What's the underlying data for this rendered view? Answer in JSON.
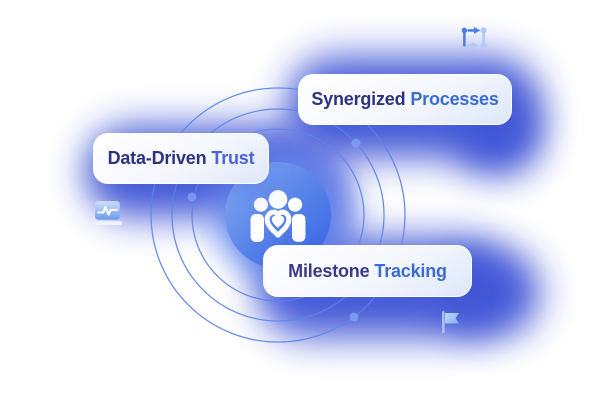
{
  "features": [
    {
      "name": "synergized-processes",
      "label_primary": "Synergized",
      "label_secondary": "Processes",
      "primary_color": "#2e3380",
      "secondary_color": "#3a6cd4"
    },
    {
      "name": "data-driven-trust",
      "label_primary": "Data-Driven",
      "label_secondary": "Trust",
      "primary_color": "#2e3380",
      "secondary_color": "#4e63d8"
    },
    {
      "name": "milestone-tracking",
      "label_primary": "Milestone",
      "label_secondary": "Tracking",
      "primary_color": "#3b3a8a",
      "secondary_color": "#3a6cd4"
    }
  ],
  "icons": {
    "center": "team-heart",
    "top_right": "sync-swap",
    "left": "activity-monitor",
    "bottom_right": "flag"
  },
  "palette": {
    "glow_blue": "#4156d6",
    "orbit_line": "#6189ec",
    "orbit_dot": "#7fa1f2",
    "badge_gradient_start": "#8db2f4",
    "badge_gradient_end": "#3463e2",
    "card_background": "#f4f7fe"
  }
}
